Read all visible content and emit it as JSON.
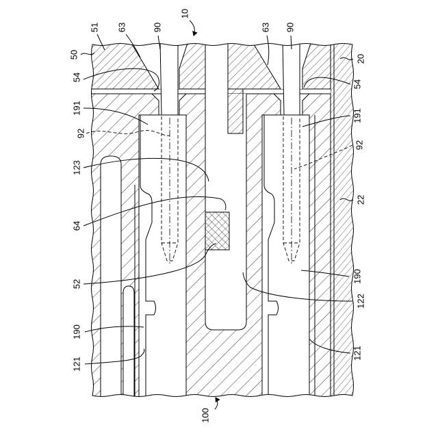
{
  "figure": {
    "labels": [
      "10",
      "51",
      "63",
      "90",
      "63",
      "90",
      "50",
      "20",
      "54",
      "54",
      "191",
      "191",
      "92",
      "92",
      "123",
      "22",
      "64",
      "52",
      "190",
      "122",
      "190",
      "121",
      "121",
      "100"
    ]
  },
  "colors": {
    "line": "#000000",
    "background": "#ffffff"
  }
}
